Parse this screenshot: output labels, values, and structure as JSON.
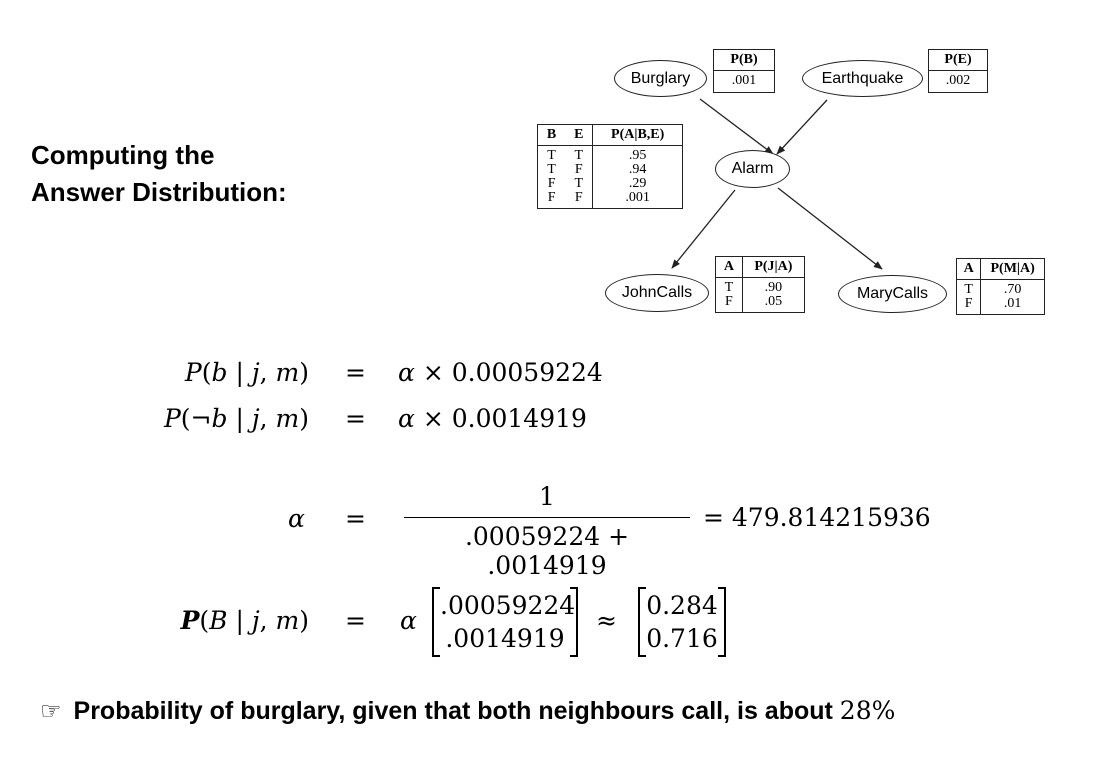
{
  "title_lines": [
    "Computing the",
    "Answer Distribution:"
  ],
  "network": {
    "nodes": {
      "burglary": "Burglary",
      "earthquake": "Earthquake",
      "alarm": "Alarm",
      "johncalls": "JohnCalls",
      "marycalls": "MaryCalls"
    },
    "cpt_b": {
      "header": "P(B)",
      "value": ".001"
    },
    "cpt_e": {
      "header": "P(E)",
      "value": ".002"
    },
    "cpt_a": {
      "headers": [
        "B",
        "E",
        "P(A|B,E)"
      ],
      "rows": [
        [
          "T",
          "T",
          ".95"
        ],
        [
          "T",
          "F",
          ".94"
        ],
        [
          "F",
          "T",
          ".29"
        ],
        [
          "F",
          "F",
          ".001"
        ]
      ]
    },
    "cpt_j": {
      "headers": [
        "A",
        "P(J|A)"
      ],
      "rows": [
        [
          "T",
          ".90"
        ],
        [
          "F",
          ".05"
        ]
      ]
    },
    "cpt_m": {
      "headers": [
        "A",
        "P(M|A)"
      ],
      "rows": [
        [
          "T",
          ".70"
        ],
        [
          "F",
          ".01"
        ]
      ]
    }
  },
  "math": {
    "eq_sign": "=",
    "line1": {
      "rhs_num": "0.00059224"
    },
    "line2": {
      "rhs_num": "0.0014919"
    },
    "alpha": {
      "numerator": "1",
      "denominator": ".00059224 + .0014919",
      "result": "= 479.814215936"
    },
    "dist": {
      "vector": [
        ".00059224",
        ".0014919"
      ],
      "approx": "≈",
      "result": [
        "0.284",
        "0.716"
      ]
    }
  },
  "conclusion": {
    "text": "Probability of burglary, given that both neighbours call, is about",
    "value": "28%",
    "icon": "pointing-hand-icon"
  }
}
